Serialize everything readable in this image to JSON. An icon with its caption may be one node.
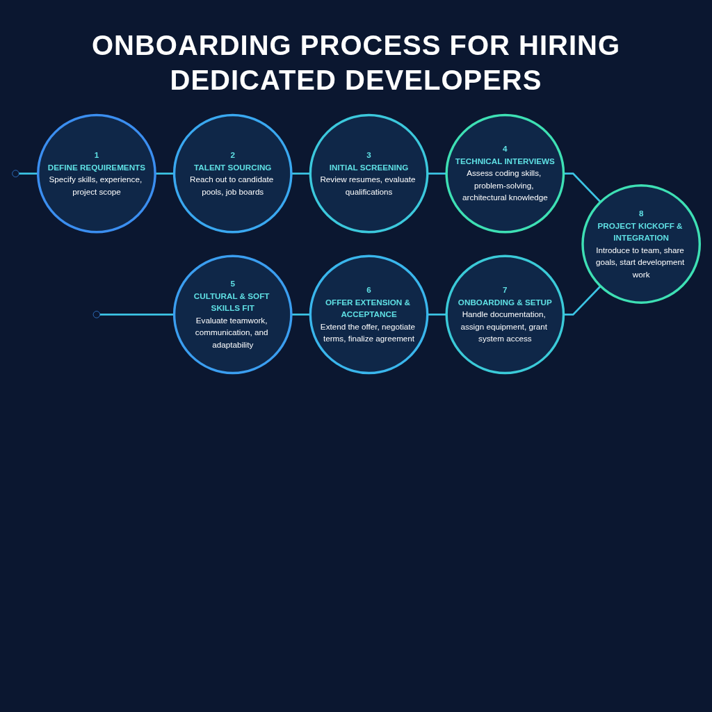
{
  "diagram": {
    "title": "ONBOARDING PROCESS FOR HIRING DEDICATED DEVELOPERS",
    "nodes": [
      {
        "text": [],
        "shape": "circle"
      },
      {
        "text": [
          "1",
          "DEFINE REQUIREMENTS",
          "Specify skills, experience, project scope"
        ]
      },
      {
        "text": [
          "2",
          "TALENT SOURCING",
          "Reach out to candidate pools, job boards"
        ]
      },
      {
        "text": [
          "3",
          "INITIAL SCREENING",
          "Review resumes, evaluate qualifications"
        ]
      },
      {
        "text": [
          "4",
          "TECHNICAL INTERVIEWS",
          "Assess coding skills, problem-solving, architectural knowledge"
        ]
      },
      {
        "text": [],
        "shape": "circle"
      },
      {
        "text": [
          "5",
          "CULTURAL & SOFT SKILLS FIT",
          "Evaluate teamwork, communication, and adaptability"
        ]
      },
      {
        "text": [
          "6",
          "OFFER EXTENSION & ACCEPTANCE",
          "Extend the offer, negotiate terms, finalize agreement"
        ]
      },
      {
        "text": [
          "7",
          "ONBOARDING & SETUP",
          "Handle documentation, assign equipment, grant system access"
        ]
      },
      {
        "text": [
          "8",
          "PROJECT KICKOFF & INTEGRATION",
          "Introduce to team, share goals, start development work"
        ]
      }
    ],
    "edges": [
      {
        "from": 0,
        "to": 1,
        "arrow": "none"
      },
      {
        "from": 1,
        "to": 2,
        "arrow": "none"
      },
      {
        "from": 2,
        "to": 3,
        "arrow": "none"
      },
      {
        "from": 3,
        "to": 4,
        "arrow": "none"
      },
      {
        "from": 4,
        "to": 9,
        "arrow": "none"
      },
      {
        "from": 5,
        "to": 6,
        "arrow": "none"
      },
      {
        "from": 6,
        "to": 7,
        "arrow": "none"
      },
      {
        "from": 7,
        "to": 8,
        "arrow": "none"
      },
      {
        "from": 8,
        "to": 9,
        "arrow": "none"
      }
    ]
  }
}
